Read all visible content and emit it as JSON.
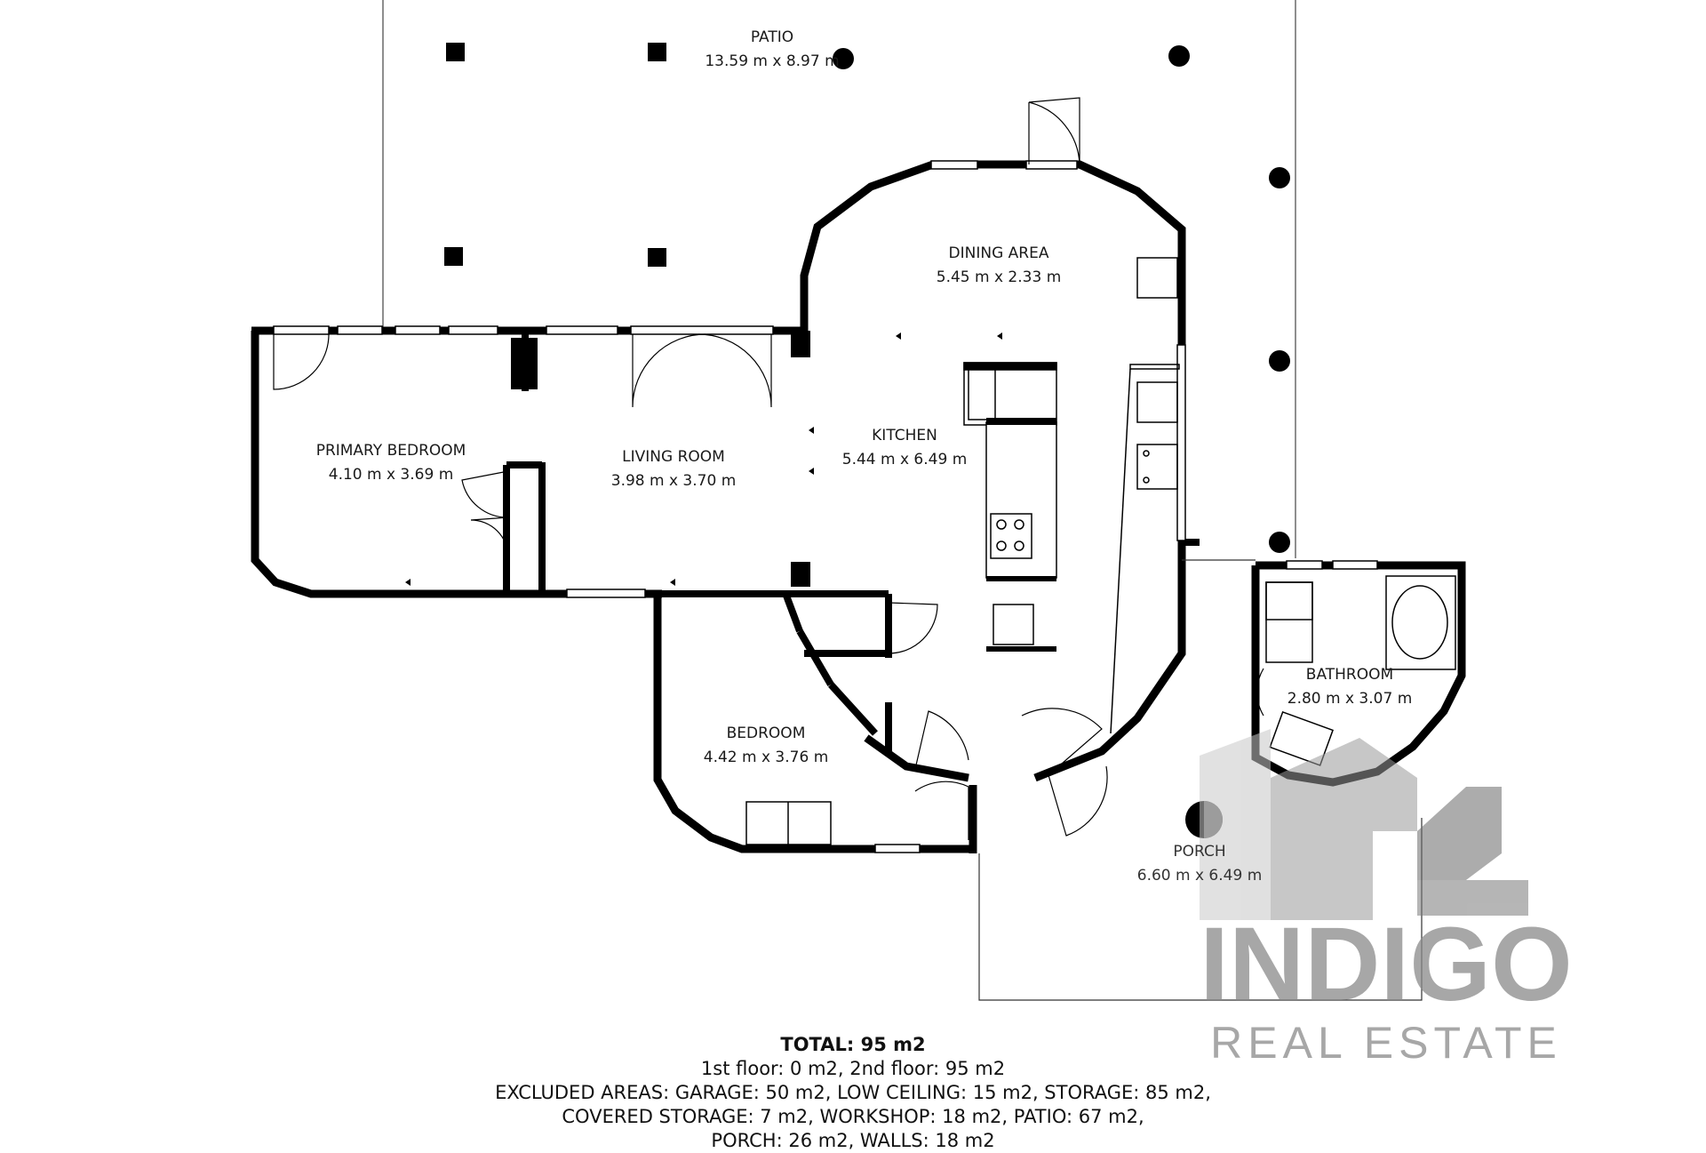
{
  "rooms": {
    "patio": {
      "name": "PATIO",
      "dims": "13.59 m x 8.97 m"
    },
    "dining": {
      "name": "DINING AREA",
      "dims": "5.45 m x 2.33 m"
    },
    "kitchen": {
      "name": "KITCHEN",
      "dims": "5.44 m x 6.49 m"
    },
    "living": {
      "name": "LIVING ROOM",
      "dims": "3.98 m x 3.70 m"
    },
    "primary_bedroom": {
      "name": "PRIMARY BEDROOM",
      "dims": "4.10 m x 3.69 m"
    },
    "bedroom": {
      "name": "BEDROOM",
      "dims": "4.42 m x 3.76 m"
    },
    "bathroom": {
      "name": "BATHROOM",
      "dims": "2.80 m x 3.07 m"
    },
    "porch": {
      "name": "PORCH",
      "dims": "6.60 m x 6.49 m"
    }
  },
  "footer": {
    "total": "TOTAL: 95 m2",
    "line1": "1st floor: 0 m2, 2nd floor: 95 m2",
    "line2": "EXCLUDED AREAS: GARAGE: 50 m2, LOW CEILING: 15 m2, STORAGE: 85 m2,",
    "line3": "COVERED STORAGE: 7 m2, WORKSHOP: 18 m2, PATIO: 67 m2,",
    "line4": "PORCH: 26 m2, WALLS: 18 m2"
  },
  "watermark": {
    "brand": "INDIGO",
    "tagline": "REAL ESTATE"
  },
  "colors": {
    "wall": "#000000",
    "line": "#333333",
    "watermark": "#8a8a8a"
  }
}
